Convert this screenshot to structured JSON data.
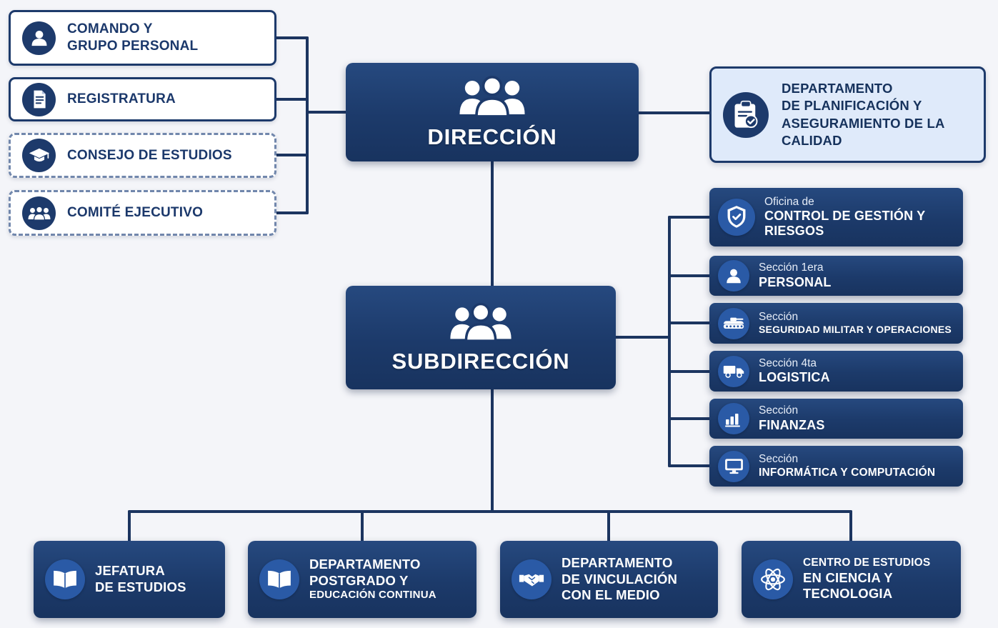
{
  "colors": {
    "navy_box": "#1e3c6e",
    "navy_text": "#1b386b",
    "icon_circle_light": "#2a5aa6",
    "planning_bg": "#dfeafa",
    "connector": "#1c3560",
    "page_bg": "#f4f5f9"
  },
  "direccion": {
    "label": "DIRECCIÓN"
  },
  "subdireccion": {
    "label": "SUBDIRECCIÓN"
  },
  "left_boxes": [
    {
      "icon": "person-icon",
      "border": "solid",
      "lines": [
        "COMANDO Y",
        "GRUPO PERSONAL"
      ]
    },
    {
      "icon": "document-icon",
      "border": "solid",
      "lines": [
        "REGISTRATURA"
      ]
    },
    {
      "icon": "graduation-cap-icon",
      "border": "dashed",
      "lines": [
        "CONSEJO DE ESTUDIOS"
      ]
    },
    {
      "icon": "people-group-icon",
      "border": "dashed",
      "lines": [
        "COMITÉ EJECUTIVO"
      ]
    }
  ],
  "planning_box": {
    "icon": "clipboard-check-icon",
    "lines": [
      "DEPARTAMENTO",
      "DE PLANIFICACIÓN Y",
      "ASEGURAMIENTO DE LA",
      "CALIDAD"
    ]
  },
  "right_boxes": [
    {
      "icon": "shield-check-icon",
      "prefix": "Oficina de",
      "name": "CONTROL DE GESTIÓN Y RIESGOS"
    },
    {
      "icon": "person-icon",
      "prefix": "Sección 1era",
      "name": "PERSONAL"
    },
    {
      "icon": "tank-icon",
      "prefix": "Sección",
      "name": "SEGURIDAD MILITAR Y OPERACIONES"
    },
    {
      "icon": "truck-icon",
      "prefix": "Sección 4ta",
      "name": "LOGISTICA"
    },
    {
      "icon": "bar-chart-icon",
      "prefix": "Sección",
      "name": "FINANZAS"
    },
    {
      "icon": "monitor-icon",
      "prefix": "Sección",
      "name": "INFORMÁTICA Y COMPUTACIÓN"
    }
  ],
  "bottom_boxes": [
    {
      "icon": "open-book-icon",
      "lines": [
        "JEFATURA",
        "DE ESTUDIOS"
      ]
    },
    {
      "icon": "open-book-icon",
      "lines": [
        "DEPARTAMENTO",
        "POSTGRADO Y",
        "EDUCACIÓN CONTINUA"
      ]
    },
    {
      "icon": "handshake-icon",
      "lines": [
        "DEPARTAMENTO",
        "DE VINCULACIÓN",
        "CON EL MEDIO"
      ]
    },
    {
      "icon": "atom-icon",
      "lines": [
        "CENTRO DE ESTUDIOS",
        "EN CIENCIA Y",
        "TECNOLOGIA"
      ]
    }
  ]
}
